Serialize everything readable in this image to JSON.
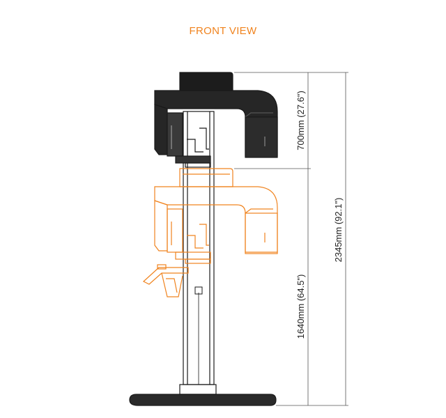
{
  "title": "FRONT VIEW",
  "colors": {
    "title": "#f0831e",
    "lowered": "#f0831e",
    "outline": "#1a1a1a"
  },
  "dimensions": {
    "upper": "700mm (27.6\")",
    "lower": "1640mm (64.5\")",
    "total": "2345mm (92.1\")"
  }
}
